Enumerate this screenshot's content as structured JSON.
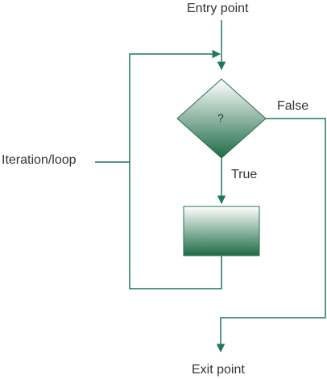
{
  "labels": {
    "entry": "Entry point",
    "decision": "?",
    "false_branch": "False",
    "true_branch": "True",
    "iteration": "Iteration/loop",
    "exit": "Exit point"
  },
  "colors": {
    "line": "#1f7a55",
    "shape_top": "#ffffff",
    "shape_bottom": "#1d6b47",
    "text": "#333333"
  }
}
